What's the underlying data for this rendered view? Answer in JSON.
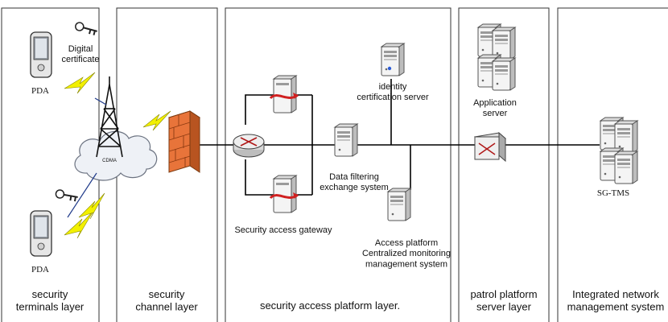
{
  "layers": {
    "terminals": "security\nterminals layer",
    "channel": "security\nchannel layer",
    "access_platform": "security access platform layer.",
    "patrol": "patrol platform\nserver layer",
    "nms": "Integrated network\nmanagement system"
  },
  "labels": {
    "digital_certificate": "Digital\ncertificate",
    "pda_top": "PDA",
    "pda_bottom": "PDA",
    "cdma": "CDMA",
    "identity_server": "identity\ncertification server",
    "application_server": "Application\nserver",
    "data_filtering": "Data filtering\nexchange system",
    "security_gateway": "Security access gateway",
    "access_platform": "Access platform\nCentralized monitoring\nmanagement system",
    "sg_tms": "SG-TMS"
  },
  "colors": {
    "line": "#000000",
    "lightning": "#f2f000",
    "firewall": "#e8743a",
    "server_fill": "#f2f2f2",
    "server_shade": "#b8b8b8",
    "gateway_red": "#d02020",
    "cloud_fill": "#eef1f6"
  },
  "icons": {
    "pda": "pda-icon",
    "key": "key-icon",
    "tower": "antenna-tower-icon",
    "cloud": "cloud-icon",
    "firewall": "firewall-icon",
    "router": "router-icon",
    "switch": "switch-icon",
    "server": "server-icon",
    "lightning": "lightning-icon"
  }
}
